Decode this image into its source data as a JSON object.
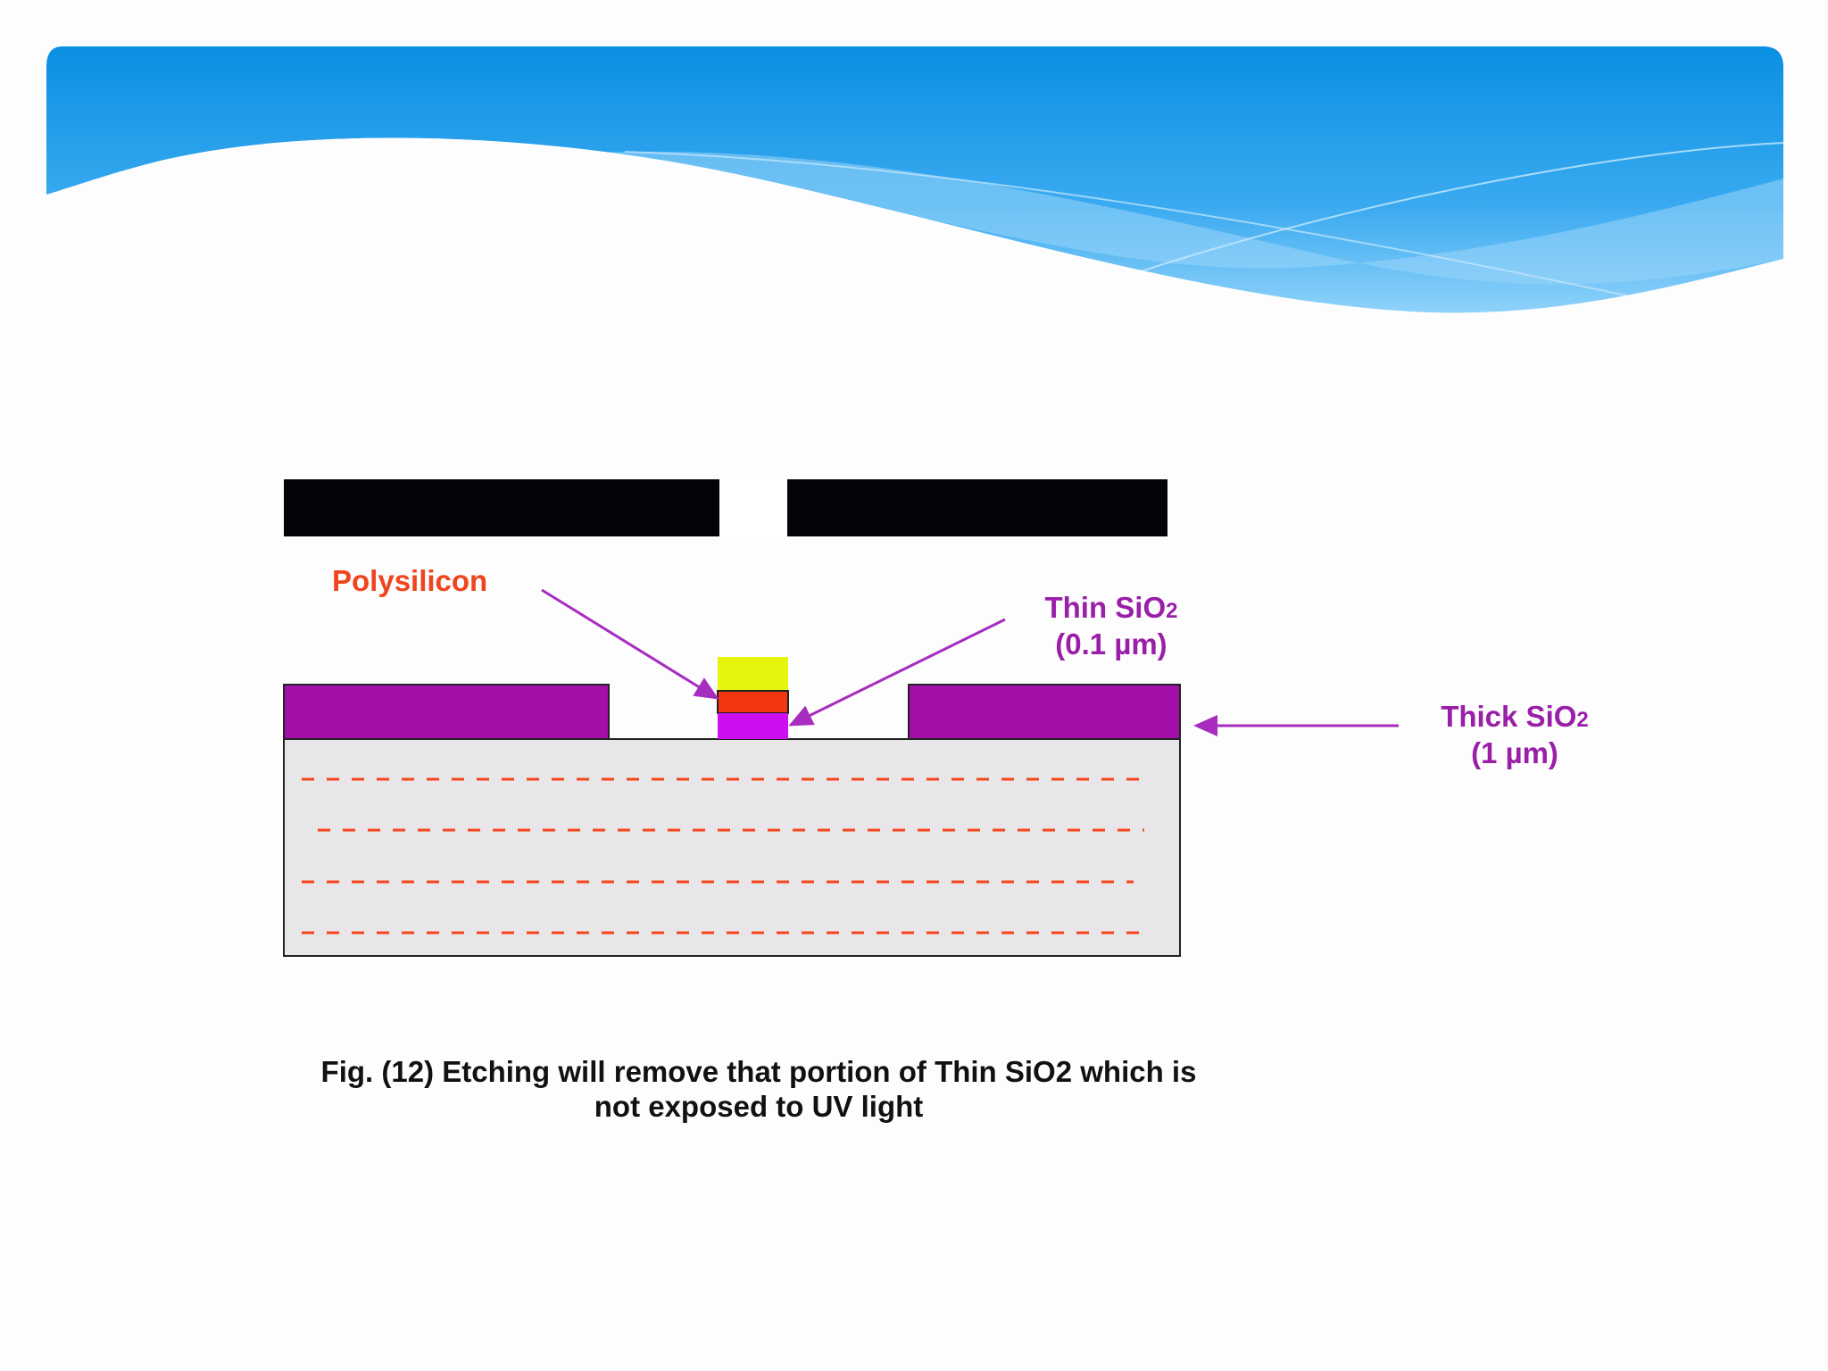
{
  "labels": {
    "polysilicon": "Polysilicon",
    "thin_sio2": {
      "line1_main": "Thin SiO",
      "line1_sub": "2",
      "line2": "(0.1 µm)"
    },
    "thick_sio2": {
      "line1_main": "Thick SiO",
      "line1_sub": "2",
      "line2": "(1 µm)"
    }
  },
  "caption": {
    "line1": "Fig. (12) Etching will remove that portion of Thin SiO2 which is",
    "line2": "not exposed to UV light"
  },
  "colors": {
    "header_blue": "#0a93e4",
    "mask_black": "#050308",
    "thick_oxide": "#a10fa8",
    "photoresist": "#e6f50e",
    "polysilicon": "#f2360f",
    "thin_oxide": "#cc0fee",
    "substrate": "#e8e6e8",
    "dashes": "#f5451b",
    "arrow": "#a72cc0"
  }
}
